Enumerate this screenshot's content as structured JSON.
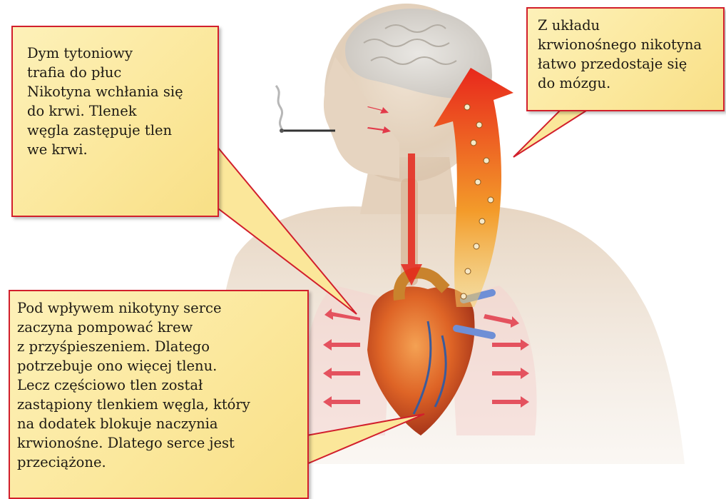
{
  "callouts": {
    "lungs": {
      "lines": [
        "Dym tytoniowy",
        "trafia do płuc",
        "Nikotyna wchłania się",
        "do krwi. Tlenek",
        "węgla zastępuje tlen",
        "we krwi."
      ]
    },
    "brain": {
      "lines": [
        "Z układu",
        "krwionośnego nikotyna",
        "łatwo przedostaje się",
        "do mózgu."
      ]
    },
    "heart": {
      "lines": [
        "Pod wpływem nikotyny serce",
        "zaczyna pompować krew",
        "z przyśpieszeniem. Dlatego",
        "potrzebuje ono więcej tlenu.",
        "Lecz częściowo tlen został",
        "zastąpiony tlenkiem węgla, który",
        "na dodatek blokuje naczynia",
        "krwionośne. Dlatego serce jest",
        "przeciążone."
      ]
    }
  },
  "colors": {
    "callout_fill": "#fbe79a",
    "callout_border": "#d21f2c",
    "skin": "#e9d8c4",
    "heart": "#d9561f",
    "arrow_red": "#e5261c",
    "arrow_orange": "#f5a623",
    "flow_arrows": "#e23a4a"
  }
}
